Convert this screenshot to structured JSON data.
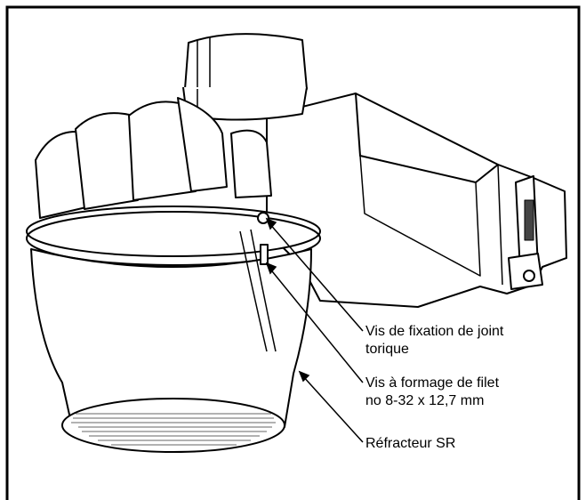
{
  "callouts": {
    "oring_screw": {
      "line1": "Vis de fixation de joint",
      "line2": "torique"
    },
    "thread_screw": {
      "line1": "Vis à formage de filet",
      "line2": "no 8-32 x 12,7 mm"
    },
    "refractor": {
      "line1": "Réfracteur SR"
    }
  }
}
